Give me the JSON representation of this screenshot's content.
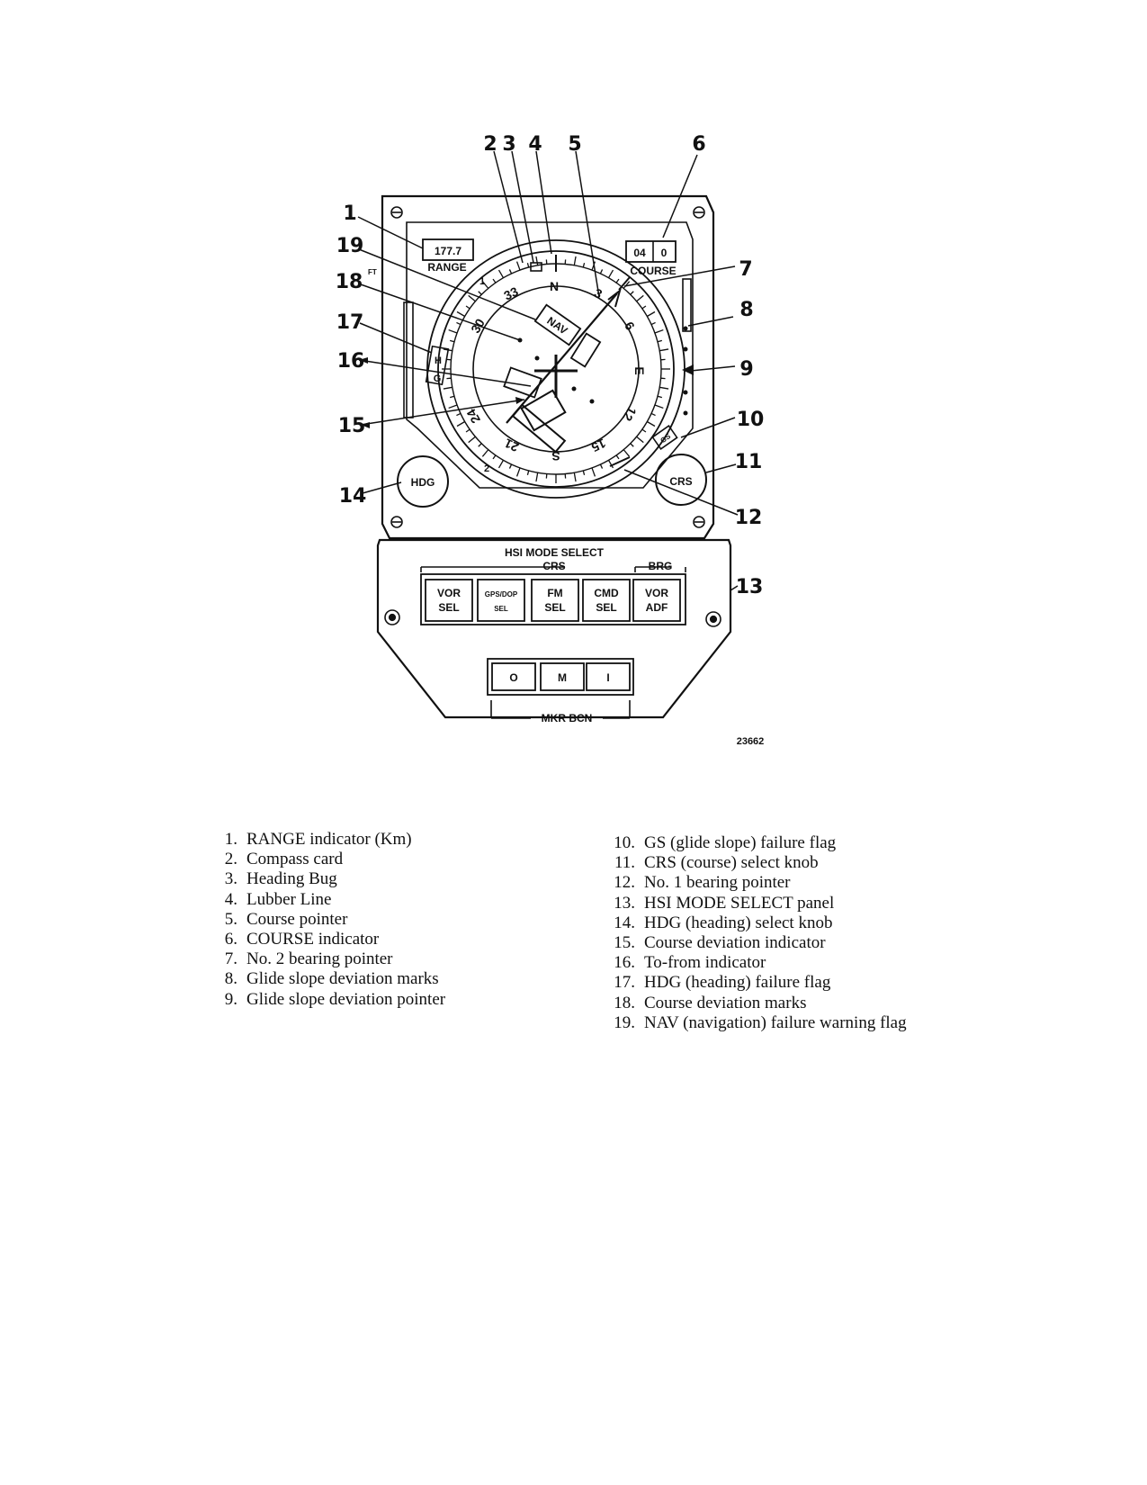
{
  "instrument": {
    "range_value": "177.7",
    "range_label": "RANGE",
    "course_digits": [
      "04",
      "0"
    ],
    "course_label": "COURSE",
    "nav_flag": "NAV",
    "hdg_flag": "H",
    "hdg_flag2": "G",
    "gs_flag": "GS",
    "ft_mark": "FT",
    "compass": {
      "north": "N",
      "east": "E",
      "south": "S",
      "n33": "33",
      "n3": "3",
      "n6": "6",
      "n30": "30",
      "n12": "12",
      "n15": "15",
      "n21": "21",
      "n24": "24",
      "bearing_1": "1",
      "bearing_2": "2"
    },
    "hdg_knob": "HDG",
    "crs_knob": "CRS"
  },
  "mode_panel": {
    "title": "HSI MODE SELECT",
    "group_crs": "CRS",
    "group_brg": "BRG",
    "buttons": [
      {
        "line1": "VOR",
        "line2": "SEL"
      },
      {
        "line1": "GPS/DOP",
        "line2": "SEL"
      },
      {
        "line1": "FM",
        "line2": "SEL"
      },
      {
        "line1": "CMD",
        "line2": "SEL"
      },
      {
        "line1": "VOR",
        "line2": "ADF"
      }
    ],
    "marker_buttons": [
      "O",
      "M",
      "I"
    ],
    "marker_label": "MKR BCN"
  },
  "callouts": [
    "1",
    "2",
    "3",
    "4",
    "5",
    "6",
    "7",
    "8",
    "9",
    "10",
    "11",
    "12",
    "13",
    "14",
    "15",
    "16",
    "17",
    "18",
    "19"
  ],
  "figure_number": "23662",
  "legend": {
    "left": [
      {
        "num": "1.",
        "text": "RANGE indicator (Km)"
      },
      {
        "num": "2.",
        "text": "Compass card"
      },
      {
        "num": "3.",
        "text": "Heading Bug"
      },
      {
        "num": "4.",
        "text": "Lubber Line"
      },
      {
        "num": "5.",
        "text": "Course pointer"
      },
      {
        "num": "6.",
        "text": "COURSE indicator"
      },
      {
        "num": "7.",
        "text": "No. 2 bearing pointer"
      },
      {
        "num": "8.",
        "text": "Glide slope deviation marks"
      },
      {
        "num": "9.",
        "text": "Glide slope deviation pointer"
      }
    ],
    "right": [
      {
        "num": "10.",
        "text": "GS (glide slope) failure flag"
      },
      {
        "num": "11.",
        "text": "CRS (course) select knob"
      },
      {
        "num": "12.",
        "text": "No. 1 bearing pointer"
      },
      {
        "num": "13.",
        "text": "HSI MODE SELECT panel"
      },
      {
        "num": "14.",
        "text": "HDG (heading) select knob"
      },
      {
        "num": "15.",
        "text": "Course deviation indicator"
      },
      {
        "num": "16.",
        "text": "To-from indicator"
      },
      {
        "num": "17.",
        "text": "HDG (heading) failure flag"
      },
      {
        "num": "18.",
        "text": "Course deviation marks"
      },
      {
        "num": "19.",
        "text": "NAV (navigation) failure warning flag"
      }
    ]
  }
}
